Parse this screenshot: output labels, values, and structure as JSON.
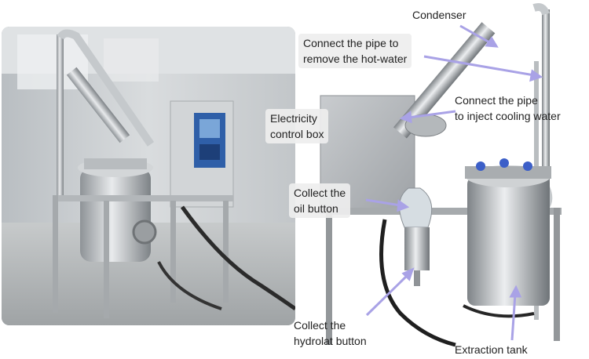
{
  "colors": {
    "annotation_arrow": "#a9a2e6",
    "label_box": "#eeeeee",
    "steel": "#c4c7ca",
    "control_box_blue": "#2f5fa8",
    "valve_blue": "#3c5fc8"
  },
  "photos": {
    "left": {
      "icon": "distillation-machine-photo"
    },
    "right": {
      "icon": "annotated-distillation-machine-photo"
    }
  },
  "annotations": {
    "condenser": {
      "text": "Condenser"
    },
    "hot_water_pipe": {
      "lines": [
        "Connect the pipe to",
        "remove the hot-water"
      ]
    },
    "cooling_water_pipe": {
      "lines": [
        "Connect the pipe",
        "to inject cooling water"
      ]
    },
    "control_box": {
      "lines": [
        "Electricity",
        "control box"
      ]
    },
    "oil_button": {
      "lines": [
        "Collect the",
        "oil button"
      ]
    },
    "hydrolat_button": {
      "lines": [
        "Collect the",
        "hydrolat button"
      ]
    },
    "extraction_tank": {
      "text": "Extraction tank"
    }
  }
}
